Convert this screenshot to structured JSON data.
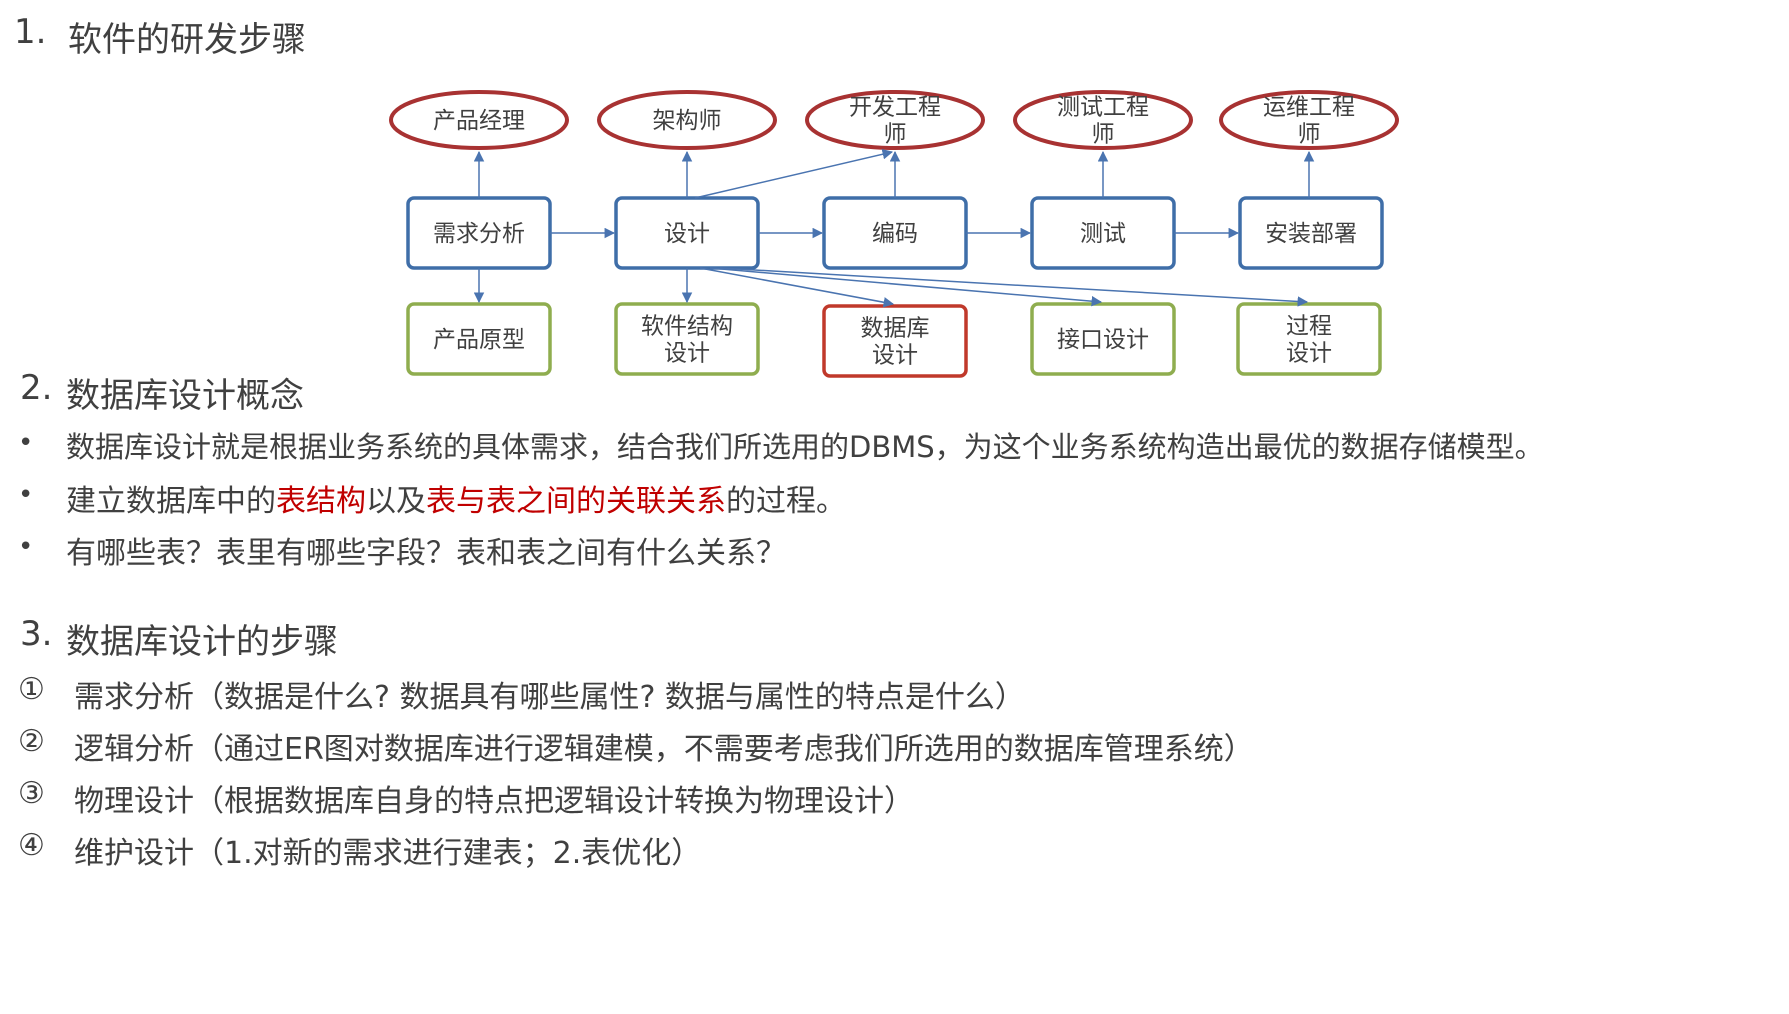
{
  "section1": {
    "num": "1.",
    "title": "软件的研发步骤"
  },
  "diagram": {
    "roles": [
      "产品经理",
      "架构师",
      "开发工程|师",
      "测试工程|师",
      "运维工程|师"
    ],
    "steps": [
      "需求分析",
      "设计",
      "编码",
      "测试",
      "安装部署"
    ],
    "outputs": [
      "产品原型",
      "软件结构|设计",
      "数据库|设计",
      "接口设计",
      "过程|设计"
    ],
    "colors": {
      "role_border": "#a83232",
      "step_border": "#3f6ea8",
      "output_border": "#8fad4f",
      "db_border": "#c0392b",
      "arrow": "#4a74b0"
    }
  },
  "section2": {
    "num": "2.",
    "title": "数据库设计概念",
    "bullet_symbol": "•",
    "bullet1": "数据库设计就是根据业务系统的具体需求，结合我们所选用的DBMS，为这个业务系统构造出最优的数据存储模型。",
    "bullet2_a": "建立数据库中的",
    "bullet2_b": "表结构",
    "bullet2_c": "以及",
    "bullet2_d": "表与表之间的关联关系",
    "bullet2_e": "的过程。",
    "bullet3": "有哪些表？表里有哪些字段？表和表之间有什么关系？"
  },
  "section3": {
    "num": "3.",
    "title": "数据库设计的步骤",
    "items": [
      {
        "marker": "①",
        "text": "需求分析（数据是什么? 数据具有哪些属性? 数据与属性的特点是什么）"
      },
      {
        "marker": "②",
        "text": "逻辑分析（通过ER图对数据库进行逻辑建模，不需要考虑我们所选用的数据库管理系统）"
      },
      {
        "marker": "③",
        "text": "物理设计（根据数据库自身的特点把逻辑设计转换为物理设计）"
      },
      {
        "marker": "④",
        "text": "维护设计（1.对新的需求进行建表；2.表优化）"
      }
    ]
  }
}
